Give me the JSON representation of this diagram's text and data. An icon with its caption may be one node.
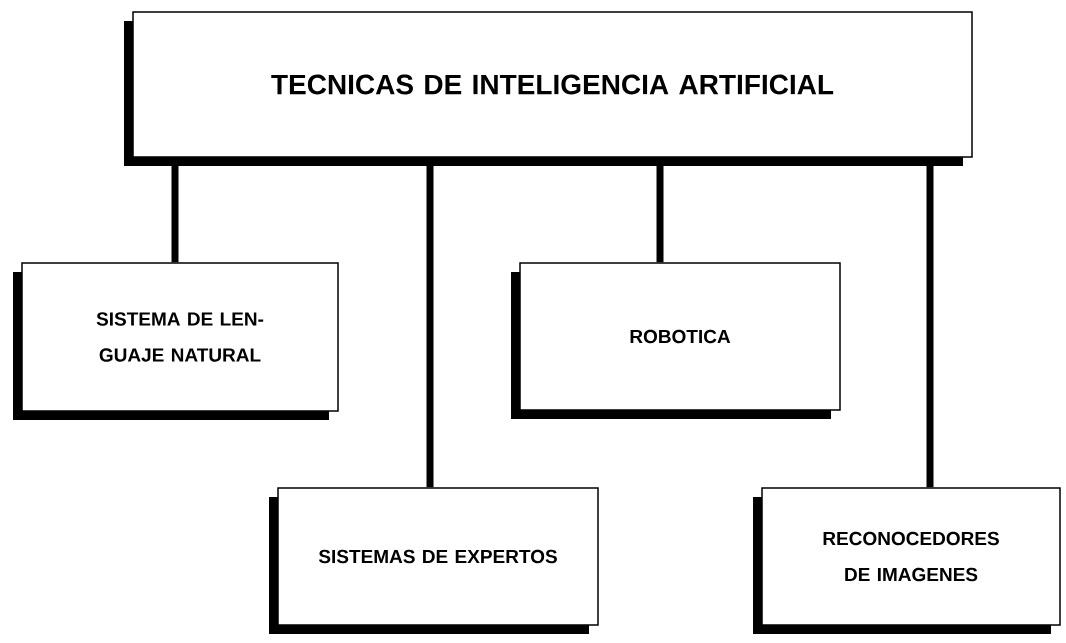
{
  "diagram": {
    "nodes": [
      {
        "text": [
          "TECNICAS DE INTELIGENCIA ARTIFICIAL"
        ]
      },
      {
        "text": [
          "SISTEMA DE LEN- GUAJE NATURAL"
        ]
      },
      {
        "text": [
          "SISTEMAS DE EXPERTOS"
        ]
      },
      {
        "text": [
          "ROBOTICA"
        ]
      },
      {
        "text": [
          "RECONOCEDORES DE IMAGENES"
        ]
      }
    ],
    "edges": [
      {
        "from": 0,
        "to": 1,
        "arrow": "none"
      },
      {
        "from": 0,
        "to": 2,
        "arrow": "none"
      },
      {
        "from": 0,
        "to": 3,
        "arrow": "none"
      },
      {
        "from": 0,
        "to": 4,
        "arrow": "none"
      }
    ]
  }
}
